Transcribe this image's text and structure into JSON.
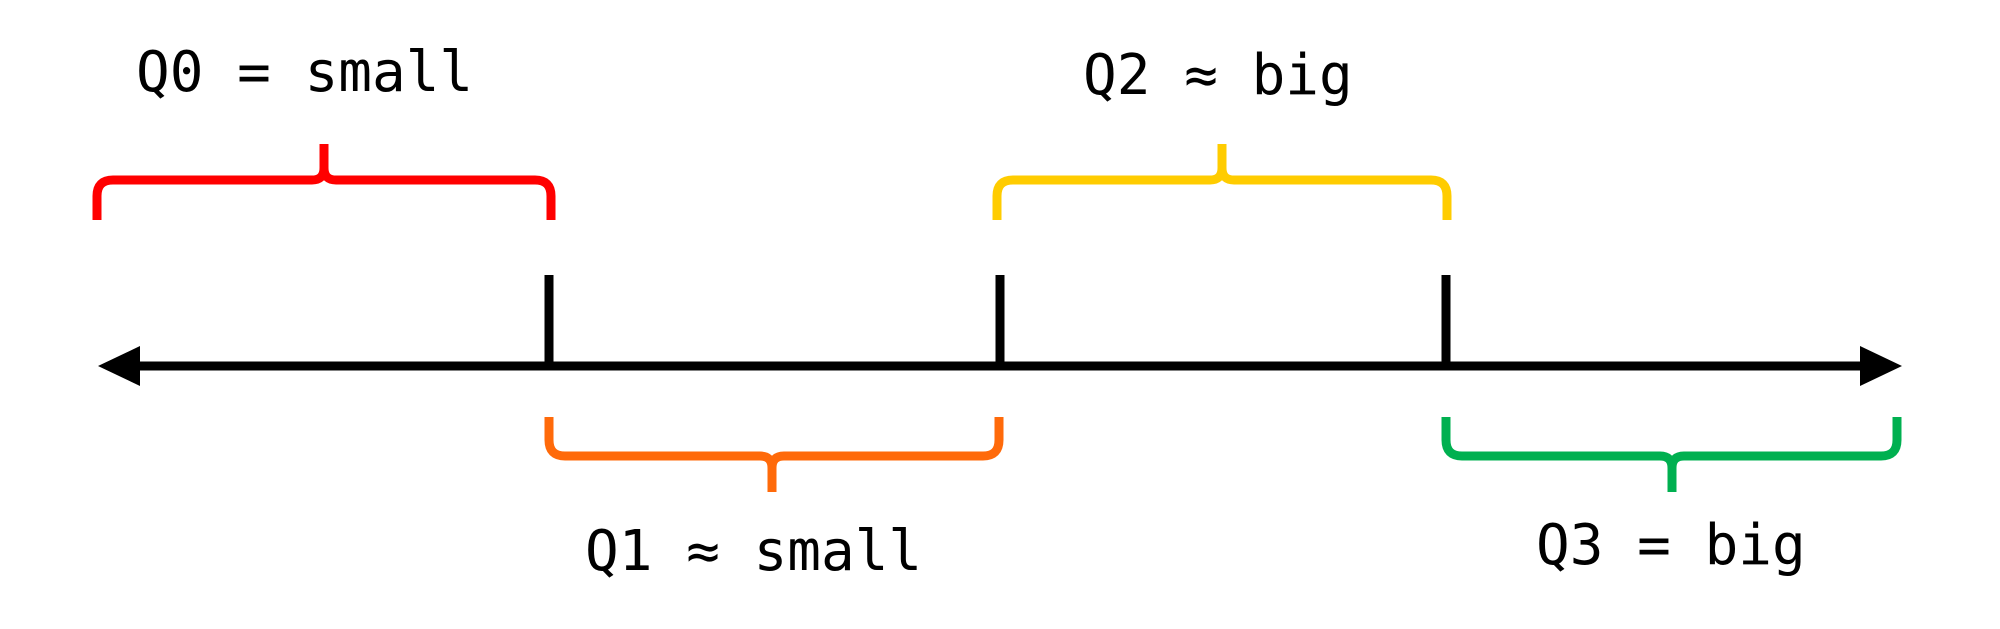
{
  "labels": {
    "q0": "Q0 = small",
    "q1": "Q1 ≈ small",
    "q2": "Q2 ≈ big",
    "q3": "Q3 = big"
  },
  "colors": {
    "axis": "#000000",
    "q0": "#ff0000",
    "q1": "#ff6a0a",
    "q2": "#ffcc00",
    "q3": "#00b050"
  }
}
